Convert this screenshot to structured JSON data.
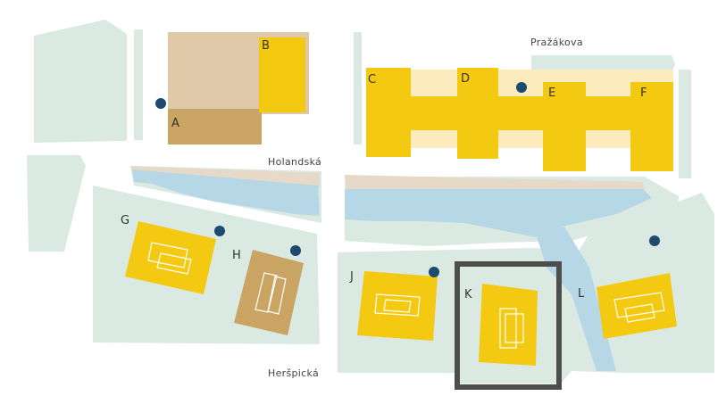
{
  "colors": {
    "ground": "#dae9e2",
    "water": "#b6d8e6",
    "path": "#e6d9c7",
    "building": "#f4c911",
    "building_light": "#fcebbd",
    "building_brown": "#c9a462",
    "building_tan": "#dfc9a8",
    "marker": "#1d4a6e",
    "highlight": "#4d4d4d"
  },
  "streets": {
    "north": "Pražákova",
    "middle": "Holandská",
    "south": "Heršpická"
  },
  "buildings": {
    "A": "A",
    "B": "B",
    "C": "C",
    "D": "D",
    "E": "E",
    "F": "F",
    "G": "G",
    "H": "H",
    "J": "J",
    "K": "K",
    "L": "L"
  },
  "selected_building": "K"
}
